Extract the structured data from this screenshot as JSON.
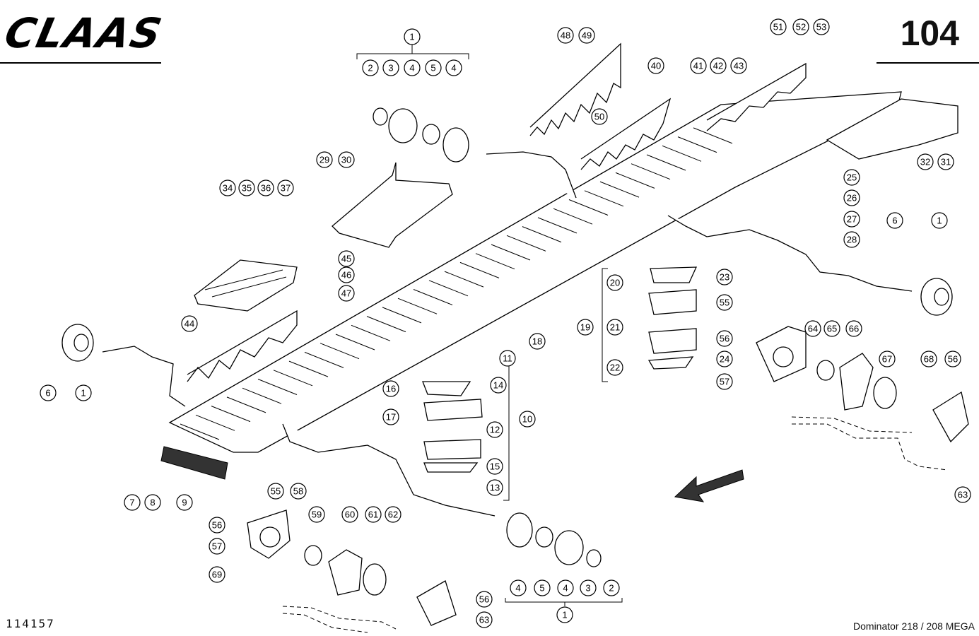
{
  "header": {
    "brand": "CLAAS",
    "page_number": "104"
  },
  "footer": {
    "drawing_code": "114157",
    "model": "Dominator 218 / 208 MEGA"
  },
  "callouts": [
    "1",
    "2",
    "3",
    "4",
    "5",
    "4",
    "48",
    "49",
    "50",
    "40",
    "41",
    "42",
    "43",
    "51",
    "52",
    "53",
    "29",
    "30",
    "34",
    "35",
    "36",
    "37",
    "45",
    "46",
    "47",
    "44",
    "25",
    "26",
    "27",
    "28",
    "6",
    "1",
    "32",
    "31",
    "20",
    "23",
    "19",
    "21",
    "22",
    "24",
    "55",
    "56",
    "57",
    "64",
    "65",
    "66",
    "67",
    "68",
    "56",
    "63",
    "18",
    "11",
    "14",
    "10",
    "12",
    "15",
    "13",
    "16",
    "17",
    "6",
    "1",
    "7",
    "8",
    "9",
    "55",
    "58",
    "56",
    "57",
    "69",
    "59",
    "60",
    "61",
    "62",
    "56",
    "63",
    "4",
    "5",
    "4",
    "3",
    "2",
    "1"
  ]
}
